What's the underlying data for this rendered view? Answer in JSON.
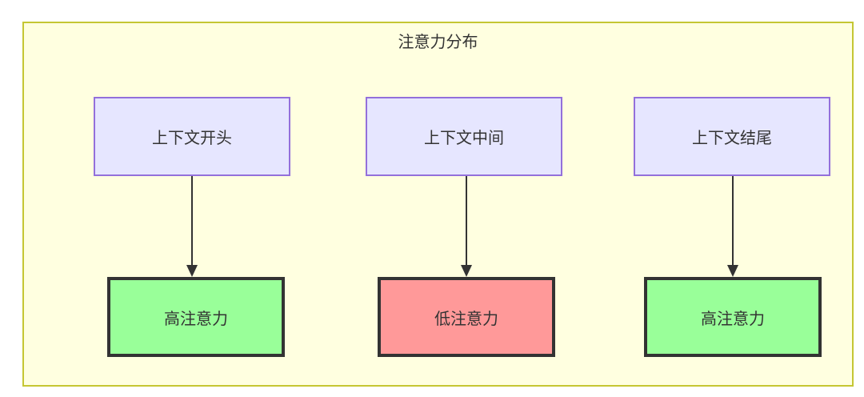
{
  "diagram": {
    "title": "注意力分布",
    "colors": {
      "container_fill": "#FFFFE0",
      "container_border": "#C5C633",
      "context_fill": "#E6E6FF",
      "context_border": "#9370DB",
      "high_attention_fill": "#99FF99",
      "low_attention_fill": "#FF9999",
      "node_border": "#333333",
      "edge": "#333333",
      "text": "#333333"
    },
    "columns": [
      {
        "context_label": "上下文开头",
        "attention_label": "高注意力",
        "attention_level": "high",
        "edge_icon": "down-arrow-icon"
      },
      {
        "context_label": "上下文中间",
        "attention_label": "低注意力",
        "attention_level": "low",
        "edge_icon": "down-arrow-icon"
      },
      {
        "context_label": "上下文结尾",
        "attention_label": "高注意力",
        "attention_level": "high",
        "edge_icon": "down-arrow-icon"
      }
    ]
  }
}
